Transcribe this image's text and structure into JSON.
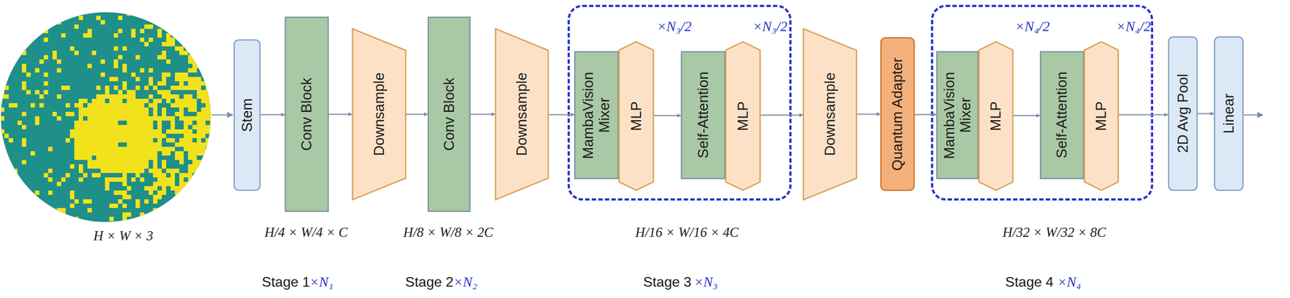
{
  "diagram": {
    "nodes": [
      {
        "text": [
          "Stem"
        ]
      },
      {
        "text": [
          "Conv Block"
        ]
      },
      {
        "text": [
          "Downsample"
        ]
      },
      {
        "text": [
          "Conv Block"
        ]
      },
      {
        "text": [
          "Downsample"
        ]
      },
      {
        "text": [
          "MambaVision Mixer"
        ]
      },
      {
        "text": [
          "MLP"
        ]
      },
      {
        "text": [
          "Self-Attention"
        ]
      },
      {
        "text": [
          "MLP"
        ]
      },
      {
        "text": [
          "Downsample"
        ]
      },
      {
        "text": [
          "Quantum Adapter"
        ]
      },
      {
        "text": [
          "MambaVision Mixer"
        ]
      },
      {
        "text": [
          "MLP"
        ]
      },
      {
        "text": [
          "Self-Attention"
        ]
      },
      {
        "text": [
          "MLP"
        ]
      },
      {
        "text": [
          "2D Avg Pool"
        ]
      },
      {
        "text": [
          "Linear"
        ]
      }
    ],
    "edges": [
      {
        "from": 0,
        "to": 1,
        "arrow": "to"
      },
      {
        "from": 1,
        "to": 2,
        "arrow": "to"
      },
      {
        "from": 2,
        "to": 3,
        "arrow": "to"
      },
      {
        "from": 3,
        "to": 4,
        "arrow": "to"
      },
      {
        "from": 4,
        "to": 5,
        "arrow": "to"
      },
      {
        "from": 6,
        "to": 7,
        "arrow": "to"
      },
      {
        "from": 8,
        "to": 9,
        "arrow": "to"
      },
      {
        "from": 9,
        "to": 10,
        "arrow": "to"
      },
      {
        "from": 10,
        "to": 11,
        "arrow": "to"
      },
      {
        "from": 12,
        "to": 13,
        "arrow": "to"
      },
      {
        "from": 14,
        "to": 15,
        "arrow": "to"
      },
      {
        "from": 15,
        "to": 16,
        "arrow": "to"
      }
    ],
    "labels": [
      "×N₃/2",
      "×N₃/2",
      "×N₄/2",
      "×N₄/2",
      "H × W × 3",
      "H/4 × W/4 × C",
      "H/8 × W/8 × 2C",
      "H/16 × W/16 × 4C",
      "H/32 × W/32 × 8C",
      "Stage 1",
      "×N₁",
      "Stage 2",
      "×N₂",
      "Stage 3",
      "×N₃",
      "Stage 4",
      "×N₄"
    ]
  }
}
